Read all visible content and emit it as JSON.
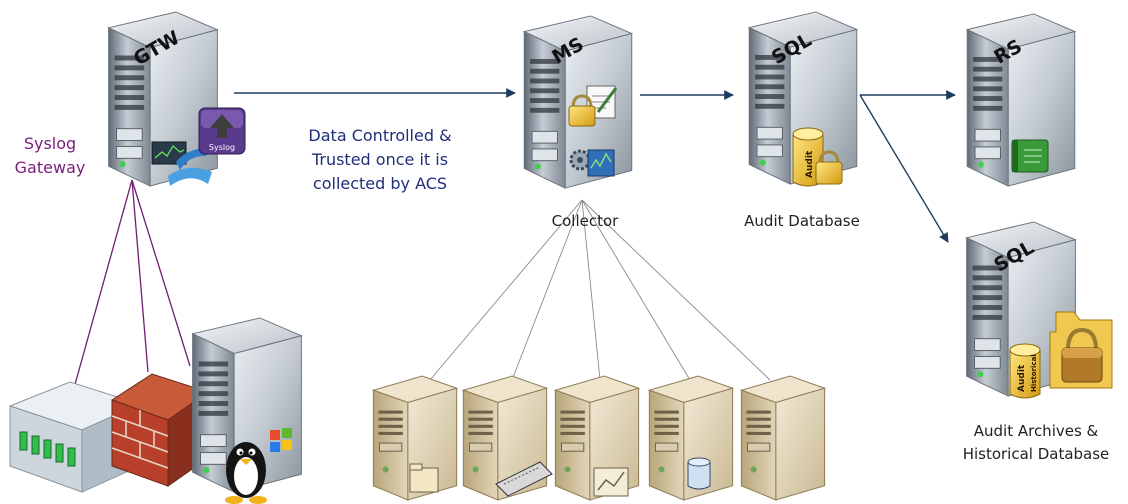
{
  "servers": {
    "gateway": {
      "tag": "GTW",
      "badge": "Syslog"
    },
    "collector": {
      "tag": "MS"
    },
    "audit_db": {
      "tag": "SQL",
      "db_label": "Audit"
    },
    "reporting": {
      "tag": "RS"
    },
    "archive_db": {
      "tag": "SQL",
      "db_label": "Audit",
      "db_sublabel": "Historical"
    }
  },
  "labels": {
    "syslog_gateway": [
      "Syslog",
      "Gateway"
    ],
    "data_controlled": [
      "Data Controlled &",
      "Trusted once it is",
      "collected by ACS"
    ],
    "collector": "Collector",
    "audit_database": "Audit Database",
    "audit_archives": [
      "Audit Archives &",
      "Historical Database"
    ]
  },
  "colors": {
    "syslog_text": "#7b1d7b",
    "data_text": "#1f2f7a",
    "label_text": "#222222",
    "arrow": "#1f3a5f",
    "syslog_lines": "#6e1f6e",
    "collector_lines": "#8a8a8a"
  },
  "icons": [
    "server-icon",
    "syslog-upload-icon",
    "network-monitor-icon",
    "lock-icon",
    "document-icon",
    "gear-icon",
    "database-icon",
    "green-book-icon",
    "folder-lock-icon",
    "router-icon",
    "firewall-icon",
    "linux-penguin-icon",
    "windows-logo-icon",
    "workstation-icon"
  ]
}
